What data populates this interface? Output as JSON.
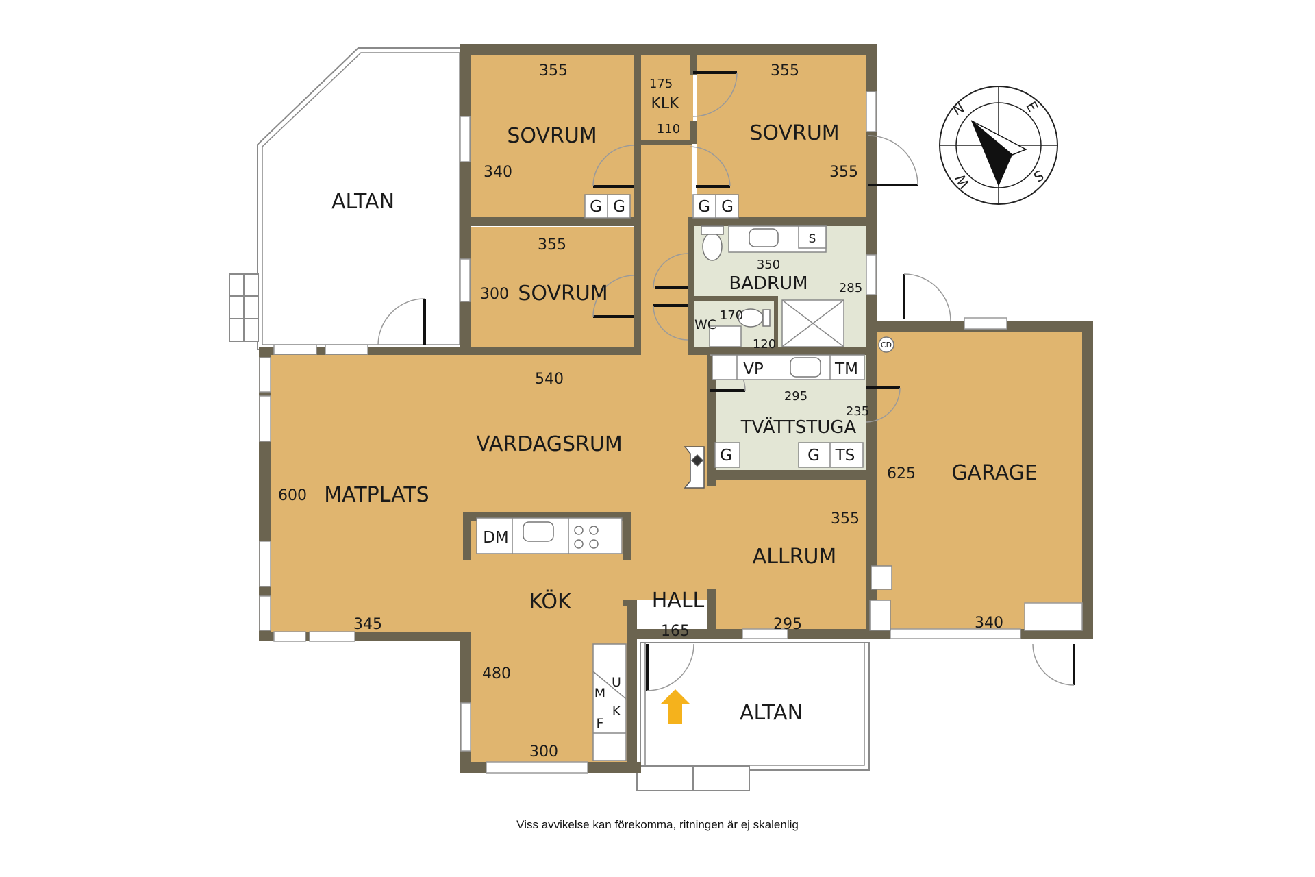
{
  "rooms": {
    "sovrum_top_left": {
      "name": "SOVRUM",
      "dim_top": "355",
      "dim_side": "340"
    },
    "klk": {
      "name": "KLK",
      "dim_top": "175",
      "dim_bottom": "110"
    },
    "sovrum_top_right": {
      "name": "SOVRUM",
      "dim_top": "355",
      "dim_side": "355"
    },
    "sovrum_middle": {
      "name": "SOVRUM",
      "dim_top": "355",
      "dim_side": "300"
    },
    "badrum": {
      "name": "BADRUM",
      "dim_top": "350",
      "dim_side": "285"
    },
    "wc": {
      "name": "WC",
      "dim_top": "170",
      "dim_bottom": "120"
    },
    "tvattstuga": {
      "name": "TVÄTTSTUGA",
      "dim_top": "295",
      "dim_side": "235"
    },
    "vardagsrum": {
      "name": "VARDAGSRUM",
      "dim_top": "540"
    },
    "matplats": {
      "name": "MATPLATS",
      "dim_side": "600",
      "dim_bottom": "345"
    },
    "allrum": {
      "name": "ALLRUM",
      "dim_side": "355",
      "dim_bottom": "295"
    },
    "kok": {
      "name": "KÖK",
      "dim_side": "480",
      "dim_bottom": "300"
    },
    "hall": {
      "name": "HALL",
      "dim_bottom": "165"
    },
    "garage": {
      "name": "GARAGE",
      "dim_side": "625",
      "dim_bottom": "340"
    },
    "altan_left": {
      "name": "ALTAN"
    },
    "altan_bottom": {
      "name": "ALTAN"
    }
  },
  "fixtures": {
    "wardrobe_g": "G",
    "sink_s": "S",
    "vp": "VP",
    "tm": "TM",
    "ts": "TS",
    "dm": "DM",
    "cd": "CD",
    "kitchen_u": "U",
    "kitchen_m": "M",
    "kitchen_k": "K",
    "kitchen_f": "F"
  },
  "compass": {
    "n": "N",
    "e": "E",
    "s": "S",
    "w": "W"
  },
  "disclaimer": "Viss avvikelse kan förekomma, ritningen är ej skalenlig",
  "colors": {
    "wall": "#6b6450",
    "room_fill": "#e0b56f",
    "wet_fill": "#e3e6d5",
    "entrance_arrow": "#f5b21c"
  }
}
